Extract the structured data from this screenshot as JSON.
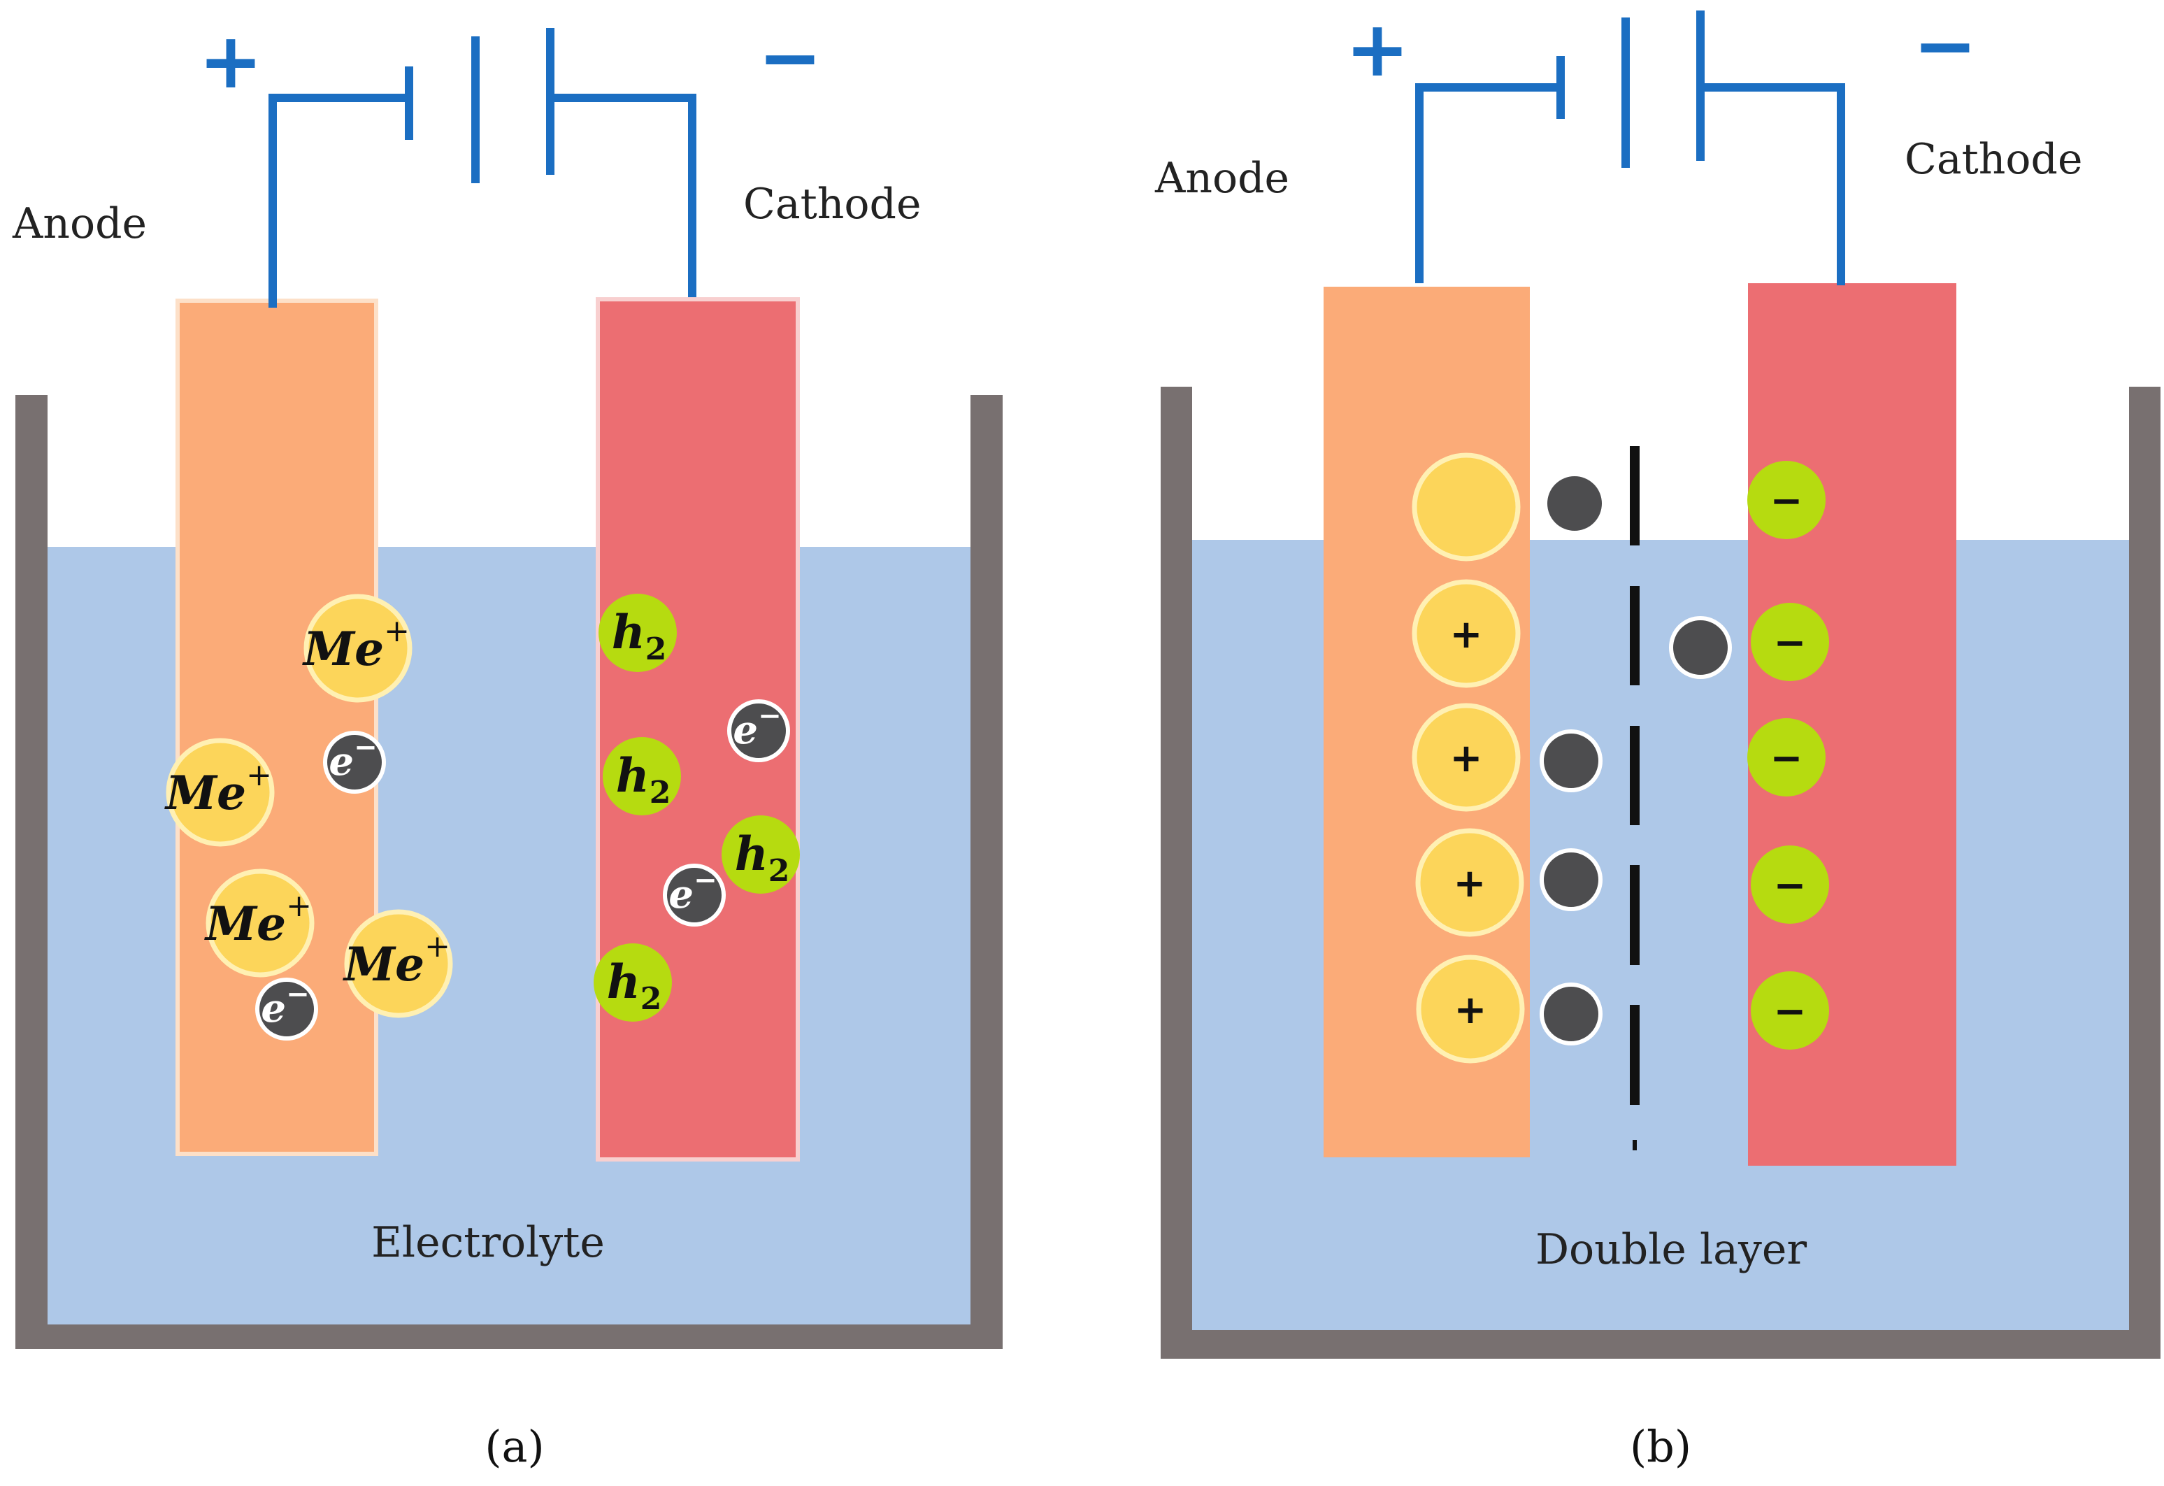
{
  "colors": {
    "wire": "#1b6ec2",
    "tank": "#787070",
    "electrolyte": "#aec8e8",
    "anode": "#fbab78",
    "cathode": "#ec6e72",
    "cation": "#fcd55a",
    "cation_edge": "#fff0b3",
    "hydrogen": "#b6db10",
    "electron": "#4d4d4f",
    "separator": "#111111"
  },
  "icons": {
    "battery": "battery-symbol-icon",
    "cation": "cation-circle-icon",
    "electron": "electron-circle-icon",
    "hydrogen": "hydrogen-circle-icon"
  },
  "panel_a": {
    "caption": "(a)",
    "plus_sign": "+",
    "minus_sign": "−",
    "anode_label": "Anode",
    "cathode_label": "Cathode",
    "electrolyte_label": "Electrolyte",
    "cation_base": "Me",
    "cation_sup": "+",
    "electron_base": "e",
    "electron_sup": "−",
    "h2_base": "h",
    "h2_sub": "2"
  },
  "panel_b": {
    "caption": "(b)",
    "plus_sign": "+",
    "minus_sign": "−",
    "anode_label": "Anode",
    "cathode_label": "Cathode",
    "double_layer_label": "Double layer",
    "cation_sign": "+",
    "anion_sign": "−"
  }
}
